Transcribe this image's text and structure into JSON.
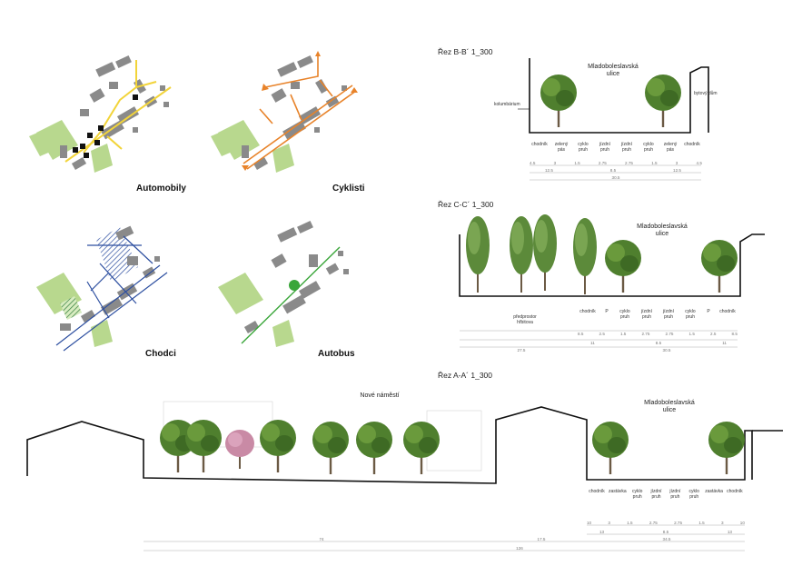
{
  "maps": {
    "cars_caption": "Automobily",
    "bikes_caption": "Cyklisti",
    "pedestrians_caption": "Chodci",
    "bus_caption": "Autobus"
  },
  "colors": {
    "cars": "#f2d43a",
    "bikes": "#e8832a",
    "pedestrians": "#2d4fa0",
    "bus": "#3aa63a",
    "greenery": "#b8d88e",
    "buildings": "#8a8a8a",
    "tree": "#4f7f2e"
  },
  "section_bb": {
    "title": "Řez B-B´ 1_300",
    "street_name": "Mladoboleslavská ulice",
    "left_label": "kolumbárium",
    "right_label": "bytový dům",
    "lanes": [
      "chodník",
      "zelený pás",
      "cyklo pruh",
      "jízdní pruh",
      "jízdní pruh",
      "cyklo pruh",
      "zelený pás",
      "chodník"
    ],
    "dims_row1": [
      "4.5",
      "3",
      "1.5",
      "2.75",
      "2.75",
      "1.5",
      "3",
      "4.5"
    ],
    "dims_row2": [
      "12.5",
      "8.5",
      "12.5"
    ],
    "dims_total": "30.5"
  },
  "section_cc": {
    "title": "Řez C-C´ 1_300",
    "street_name": "Mladoboleslavská ulice",
    "left_label": "předprostor hřbitova",
    "lanes": [
      "chodník",
      "P",
      "cyklo pruh",
      "jízdní pruh",
      "jízdní pruh",
      "cyklo pruh",
      "P",
      "chodník"
    ],
    "dims_row1": [
      "8.5",
      "2.5",
      "1.5",
      "2.75",
      "2.75",
      "1.5",
      "2.5",
      "8.5"
    ],
    "dims_row2": [
      "11",
      "8.5",
      "11"
    ],
    "dims_total": "27.5",
    "dims_total2": "30.5"
  },
  "section_aa": {
    "title": "Řez A-A´ 1_300",
    "square_label": "Nové náměstí",
    "street_name": "Mladoboleslavská ulice",
    "lanes": [
      "chodník",
      "zastávka",
      "cyklo pruh",
      "jízdní pruh",
      "jízdní pruh",
      "cyklo pruh",
      "zastávka",
      "chodník"
    ],
    "dims_row1": [
      "10",
      "3",
      "1.5",
      "2.75",
      "2.75",
      "1.5",
      "3",
      "10"
    ],
    "dims_row2": [
      "13",
      "8.5",
      "13"
    ],
    "dims_left": "74",
    "dims_mid": "17.5",
    "dims_right": "34.5",
    "dims_total": "126"
  }
}
